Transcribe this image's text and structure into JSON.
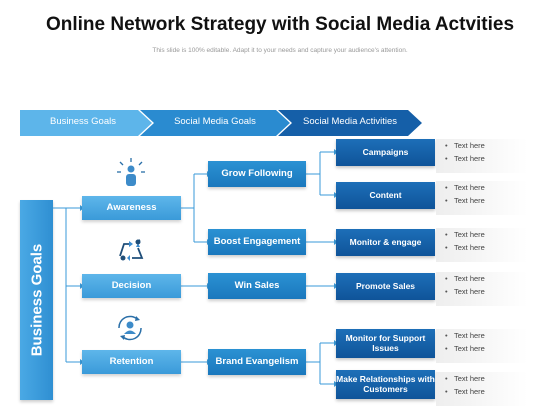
{
  "title": "Online Network Strategy with Social Media Actvities",
  "subtitle": "This slide is 100% editable. Adapt it to your needs and capture your audience's attention.",
  "banner": {
    "steps": [
      "Business Goals",
      "Social Media Goals",
      "Social Media Activities"
    ]
  },
  "side_label": "Business Goals",
  "goals": [
    "Awareness",
    "Decision",
    "Retention"
  ],
  "social_goals": [
    "Grow Following",
    "Boost Engagement",
    "Win Sales",
    "Brand Evangelism"
  ],
  "activities": [
    "Campaigns",
    "Content",
    "Monitor & engage",
    "Promote Sales",
    "Monitor for Support Issues",
    "Make Relationships with Customers"
  ],
  "notes": [
    [
      "Text here",
      "Text here"
    ],
    [
      "Text here",
      "Text here"
    ],
    [
      "Text here",
      "Text here"
    ],
    [
      "Text here",
      "Text here"
    ],
    [
      "Text here",
      "Text here"
    ],
    [
      "Text here",
      "Text here"
    ]
  ],
  "icons": [
    "person-network-icon",
    "recycle-people-icon",
    "user-refresh-icon"
  ],
  "colors": {
    "light": "#4aa9e5",
    "mid": "#1f80c4",
    "dark": "#135fa6"
  }
}
